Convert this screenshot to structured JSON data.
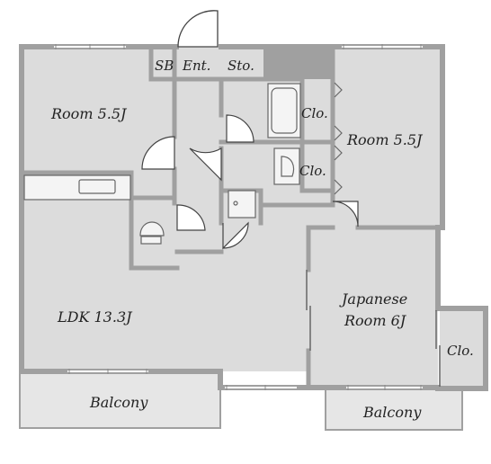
{
  "labels": {
    "sb": "SB",
    "ent": "Ent.",
    "sto": "Sto.",
    "room_nw": "Room 5.5J",
    "room_ne": "Room 5.5J",
    "clo_bath": "Clo.",
    "clo_sink": "Clo.",
    "ldk": "LDK 13.3J",
    "japanese_line1": "Japanese",
    "japanese_line2": "Room 6J",
    "clo_east": "Clo.",
    "balcony_west": "Balcony",
    "balcony_east": "Balcony"
  },
  "colors": {
    "floor": "#dcdcdc",
    "wall": "#a0a0a0",
    "balcony": "#e6e6e6",
    "fixture": "#f4f4f4",
    "text": "#222222"
  }
}
